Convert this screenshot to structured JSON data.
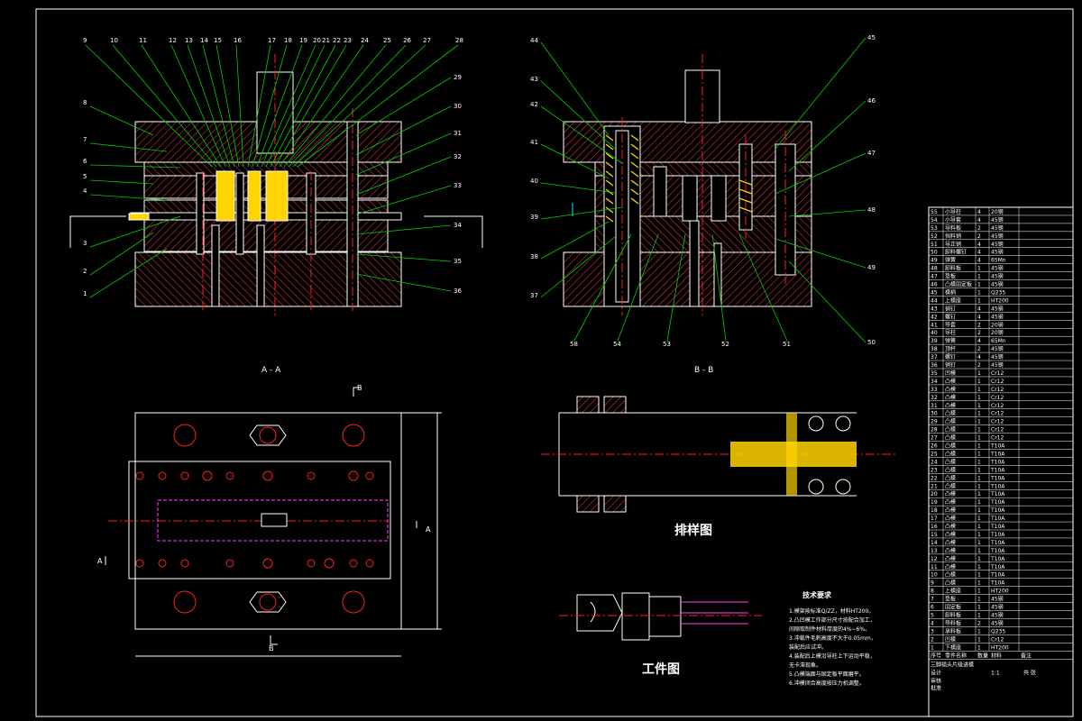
{
  "colors": {
    "background": "#000000",
    "outline": "#ffffff",
    "hatch": "#ff3b3b",
    "leader": "#00d200",
    "fill": "#ffd400",
    "center": "#ff2020",
    "cyan": "#00ffff",
    "magenta": "#ff40ff"
  },
  "views": {
    "aa_title": "A - A",
    "bb_title": "B - B",
    "layout_title": "排样图",
    "workpiece_title": "工件图",
    "section_mark_a": "A",
    "section_mark_b": "B"
  },
  "view_aa_left_numbers": [
    "9",
    "10",
    "11",
    "12",
    "13",
    "14",
    "15",
    "16",
    "17",
    "18",
    "19",
    "20",
    "21",
    "22",
    "23",
    "24",
    "25",
    "26",
    "27",
    "28"
  ],
  "view_aa_left_side": [
    "8",
    "7",
    "6",
    "5",
    "4",
    "3",
    "2",
    "1"
  ],
  "view_aa_right_side": [
    "29",
    "30",
    "31",
    "32",
    "33",
    "34",
    "35",
    "36"
  ],
  "view_bb_left_side": [
    "44",
    "43",
    "42",
    "41",
    "40",
    "39",
    "38",
    "37"
  ],
  "view_bb_right_side": [
    "45",
    "46",
    "47",
    "48",
    "49",
    "50"
  ],
  "view_bb_bottom": [
    "58",
    "54",
    "53",
    "52",
    "51"
  ],
  "notes": {
    "title": "技术要求",
    "items": [
      "1.模架按标准Q/ZZ，材料HT200。",
      "2.凸凹模工作部分尺寸按配合加工，",
      "  间隙取制件材料厚度的4%~6%。",
      "3.冲裁件毛刺高度不大于0.05mm，",
      "  装配后应试冲。",
      "4.装配后上模沿导柱上下运动平稳，",
      "  无卡滞现象。",
      "5.凸模端面与固定板平面磨平。",
      "6.冲模闭合高度按压力机调整。"
    ]
  },
  "bom": {
    "rows": [
      [
        "55",
        "小导柱",
        "4",
        "20钢",
        ""
      ],
      [
        "54",
        "小导套",
        "4",
        "45钢",
        ""
      ],
      [
        "53",
        "导料板",
        "2",
        "45钢",
        ""
      ],
      [
        "52",
        "挡料销",
        "2",
        "45钢",
        ""
      ],
      [
        "51",
        "导正销",
        "4",
        "45钢",
        ""
      ],
      [
        "50",
        "卸料螺钉",
        "4",
        "45钢",
        ""
      ],
      [
        "49",
        "弹簧",
        "4",
        "65Mn",
        ""
      ],
      [
        "48",
        "卸料板",
        "1",
        "45钢",
        ""
      ],
      [
        "47",
        "垫板",
        "1",
        "45钢",
        ""
      ],
      [
        "46",
        "凸模固定板",
        "1",
        "45钢",
        ""
      ],
      [
        "45",
        "模柄",
        "1",
        "Q235",
        ""
      ],
      [
        "44",
        "上模座",
        "1",
        "HT200",
        ""
      ],
      [
        "43",
        "销钉",
        "4",
        "45钢",
        ""
      ],
      [
        "42",
        "螺钉",
        "4",
        "45钢",
        ""
      ],
      [
        "41",
        "导套",
        "2",
        "20钢",
        ""
      ],
      [
        "40",
        "导柱",
        "2",
        "20钢",
        ""
      ],
      [
        "39",
        "弹簧",
        "4",
        "65Mn",
        ""
      ],
      [
        "38",
        "顶杆",
        "2",
        "45钢",
        ""
      ],
      [
        "37",
        "螺钉",
        "4",
        "45钢",
        ""
      ],
      [
        "36",
        "销钉",
        "2",
        "45钢",
        ""
      ],
      [
        "35",
        "凹模",
        "1",
        "Cr12",
        ""
      ],
      [
        "34",
        "凸模",
        "1",
        "Cr12",
        ""
      ],
      [
        "33",
        "凸模",
        "1",
        "Cr12",
        ""
      ],
      [
        "32",
        "凸模",
        "1",
        "Cr12",
        ""
      ],
      [
        "31",
        "凸模",
        "1",
        "Cr12",
        ""
      ],
      [
        "30",
        "凸模",
        "1",
        "Cr12",
        ""
      ],
      [
        "29",
        "凸模",
        "1",
        "Cr12",
        ""
      ],
      [
        "28",
        "凸模",
        "1",
        "Cr12",
        ""
      ],
      [
        "27",
        "凸模",
        "1",
        "Cr12",
        ""
      ],
      [
        "26",
        "凸模",
        "1",
        "T10A",
        ""
      ],
      [
        "25",
        "凸模",
        "1",
        "T10A",
        ""
      ],
      [
        "24",
        "凸模",
        "1",
        "T10A",
        ""
      ],
      [
        "23",
        "凸模",
        "1",
        "T10A",
        ""
      ],
      [
        "22",
        "凸模",
        "1",
        "T10A",
        ""
      ],
      [
        "21",
        "凸模",
        "1",
        "T10A",
        ""
      ],
      [
        "20",
        "凸模",
        "1",
        "T10A",
        ""
      ],
      [
        "19",
        "凸模",
        "1",
        "T10A",
        ""
      ],
      [
        "18",
        "凸模",
        "1",
        "T10A",
        ""
      ],
      [
        "17",
        "凸模",
        "1",
        "T10A",
        ""
      ],
      [
        "16",
        "凸模",
        "1",
        "T10A",
        ""
      ],
      [
        "15",
        "凸模",
        "1",
        "T10A",
        ""
      ],
      [
        "14",
        "凸模",
        "1",
        "T10A",
        ""
      ],
      [
        "13",
        "凸模",
        "1",
        "T10A",
        ""
      ],
      [
        "12",
        "凸模",
        "1",
        "T10A",
        ""
      ],
      [
        "11",
        "凸模",
        "1",
        "T10A",
        ""
      ],
      [
        "10",
        "凸模",
        "1",
        "T10A",
        ""
      ],
      [
        "9",
        "凸模",
        "1",
        "T10A",
        ""
      ],
      [
        "8",
        "上模座",
        "1",
        "HT200",
        ""
      ],
      [
        "7",
        "垫板",
        "1",
        "45钢",
        ""
      ],
      [
        "6",
        "固定板",
        "1",
        "45钢",
        ""
      ],
      [
        "5",
        "卸料板",
        "1",
        "45钢",
        ""
      ],
      [
        "4",
        "导料板",
        "2",
        "45钢",
        ""
      ],
      [
        "3",
        "承料板",
        "1",
        "Q235",
        ""
      ],
      [
        "2",
        "凹模",
        "1",
        "Cr12",
        ""
      ],
      [
        "1",
        "下模座",
        "1",
        "HT200",
        ""
      ]
    ],
    "footer": {
      "h_no": "序号",
      "h_name": "零件名称",
      "h_qty": "数量",
      "h_mat": "材料",
      "h_note": "备注",
      "title": "三脚插头片级进模",
      "designer": "设计",
      "scale": "1:1",
      "sheet": "共 张",
      "check": "审核",
      "approve": "批准"
    }
  }
}
